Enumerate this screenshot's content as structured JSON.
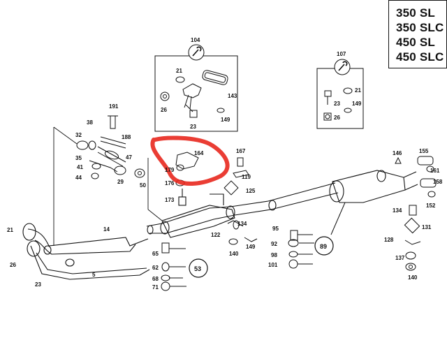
{
  "models": [
    "350 SL",
    "350 SLC",
    "450 SL",
    "450 SLC"
  ],
  "callouts": {
    "c104": "104",
    "c107": "107",
    "c53": "53",
    "c89": "89"
  },
  "labels": {
    "l21a": "21",
    "l143": "143",
    "l26a": "26",
    "l149a": "149",
    "l23a": "23",
    "l21b": "21",
    "l23b": "23",
    "l149b": "149",
    "l26b": "26",
    "l191": "191",
    "l38": "38",
    "l32": "32",
    "l188": "188",
    "l35": "35",
    "l41": "41",
    "l47": "47",
    "l44": "44",
    "l29": "29",
    "l50": "50",
    "l164": "164",
    "l179": "179",
    "l176": "176",
    "l173": "173",
    "l167": "167",
    "l119": "119",
    "l125": "125",
    "l14": "14",
    "l5": "5",
    "l21c": "21",
    "l26c": "26",
    "l23c": "23",
    "l65": "65",
    "l62": "62",
    "l68": "68",
    "l71": "71",
    "l122": "122",
    "l134a": "134",
    "l140a": "140",
    "l149c": "149",
    "l95": "95",
    "l92": "92",
    "l98": "98",
    "l101": "101",
    "l146": "146",
    "l155": "155",
    "l161": "161",
    "l158": "158",
    "l152": "152",
    "l134b": "134",
    "l131": "131",
    "l128": "128",
    "l137": "137",
    "l140b": "140"
  },
  "highlight_color": "#e8281e"
}
